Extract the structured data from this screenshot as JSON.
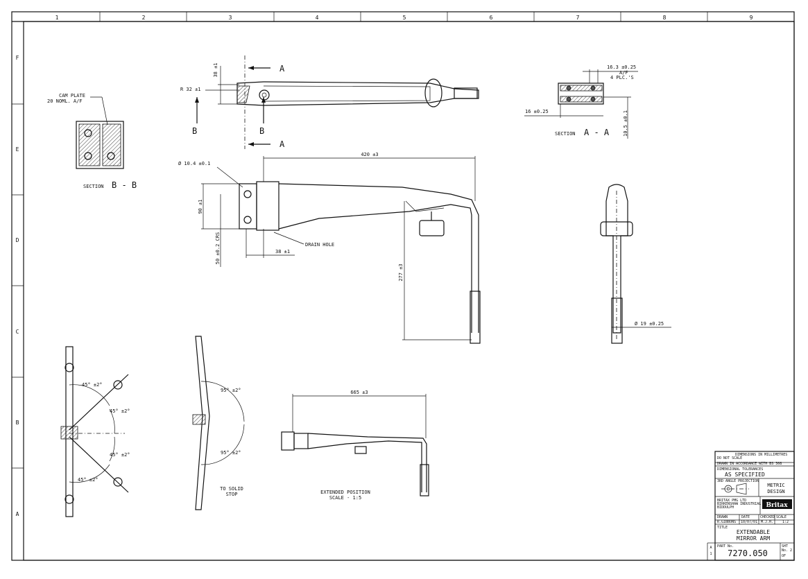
{
  "border": {
    "columns": [
      "1",
      "2",
      "3",
      "4",
      "5",
      "6",
      "7",
      "8",
      "9"
    ],
    "rows": [
      "F",
      "E",
      "D",
      "C",
      "B",
      "A"
    ]
  },
  "top_view": {
    "dim_38": "38 ±1",
    "label_A": "A",
    "radius": "R 32 ±1",
    "label_B": "B"
  },
  "section_aa": {
    "dim_16_3": "16.3 ±0.25",
    "af": "A/F",
    "plcs": "4 PLC.'S",
    "dim_16": "16 ±0.25",
    "dim_10_5": "10.5 ±0.1",
    "title": "SECTION",
    "title_letters": "A - A"
  },
  "section_bb": {
    "cam_plate": "CAM PLATE",
    "noml": "20 NOML. A/F",
    "title": "SECTION",
    "title_letters": "B - B"
  },
  "front_view": {
    "dia_10_4": "Ø 10.4 ±0.1",
    "dim_420": "420 ±3",
    "dim_90": "90 ±1",
    "dim_50": "50 ±0.2 CRS",
    "dim_38": "38 ±1",
    "drain_hole": "DRAIN HOLE",
    "dim_277": "277 ±3"
  },
  "side_view": {
    "dia_19": "Ø 19 ±0.25"
  },
  "angle_view": {
    "a1": "45° ±2°",
    "a2": "45° ±2°",
    "a3": "45° ±2°",
    "a4": "45° ±2°"
  },
  "stop_view": {
    "a1": "95° ±2°",
    "a2": "95° ±2°",
    "note1": "TO SOLID",
    "note2": "STOP"
  },
  "extended_view": {
    "dim_665": "665 ±3",
    "caption1": "EXTENDED POSITION",
    "caption2": "SCALE - 1:5"
  },
  "title_block": {
    "dims_note": "DIMENSIONS IN MILLIMETRES",
    "do_not_scale": "DO NOT SCALE",
    "drawn_accordance": "DRAWN IN ACCORDANCE WITH BS 308",
    "tol_label": "DIMENSIONAL TOLERANCES",
    "tol_value": "AS SPECIFIED",
    "projection": "3RD ANGLE PROJECTION",
    "metric1": "METRIC",
    "metric2": "DESIGN",
    "company1": "BRITAX PMG LTD",
    "company2": "BIRKENSHAW INDUSTRIAL EST",
    "company3": "BIDDULPH",
    "logo": "Britax",
    "drawn_label": "DRAWN",
    "drawn_value": "R.GIBBONS",
    "date_label": "DATE",
    "date_value": "10/07/01",
    "checked_label": "CHECKED",
    "checked_value": "M.J.H.",
    "scale_label": "SCALE",
    "scale_value": "1:2",
    "title_label": "TITLE",
    "title1": "EXTENDABLE",
    "title2": "MIRROR ARM",
    "part_label": "PART No.",
    "part_no": "7270.050",
    "sht_label": "SHT",
    "sht_no": "No. 2",
    "sht_of": "OF",
    "issue": "A",
    "issue_no": "1"
  }
}
